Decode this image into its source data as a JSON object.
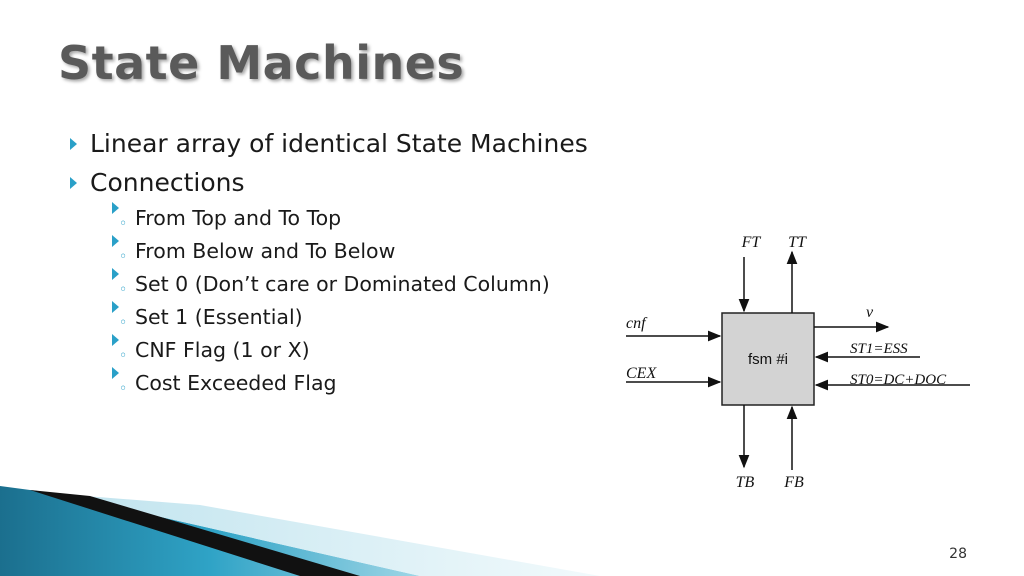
{
  "slide": {
    "title": "State Machines",
    "page_number": "28"
  },
  "bullets": [
    {
      "text": "Linear array of identical State Machines",
      "sub": []
    },
    {
      "text": "Connections",
      "sub": [
        "From Top and To Top",
        "From Below and To Below",
        "Set 0 (Don’t care or Dominated Column)",
        "Set 1 (Essential)",
        "CNF Flag (1 or X)",
        "Cost Exceeded Flag"
      ]
    }
  ],
  "diagram": {
    "block_label": "fsm #i",
    "labels": {
      "ft": "FT",
      "tt": "TT",
      "cnf": "cnf",
      "cex": "CEX",
      "v": "v",
      "st1": "ST1=ESS",
      "st0": "ST0=DC+DOC",
      "tb": "TB",
      "fb": "FB"
    }
  },
  "colors": {
    "accent": "#2aa0c8",
    "block_fill": "#d3d3d3"
  },
  "icons": {
    "bullet_level1": "triangle-right-icon",
    "bullet_level2": "circle-outline-icon"
  }
}
